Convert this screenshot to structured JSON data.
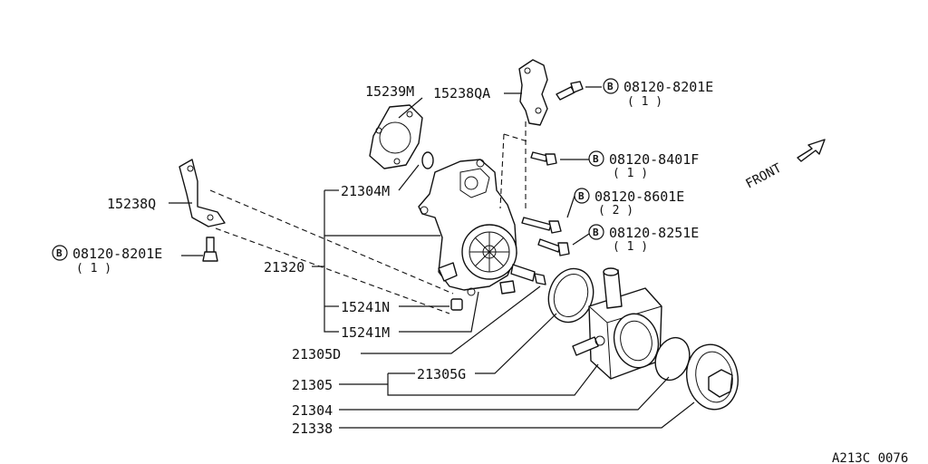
{
  "labels": {
    "p15239M": "15239M",
    "p15238QA": "15238QA",
    "p21304M": "21304M",
    "p15238Q": "15238Q",
    "p21320": "21320",
    "p15241N": "15241N",
    "p15241M": "15241M",
    "p21305D": "21305D",
    "p21305": "21305",
    "p21305G": "21305G",
    "p21304": "21304",
    "p21338": "21338"
  },
  "bolts": [
    {
      "key": "bolt-1",
      "symbol": "B",
      "part": "08120-8201E",
      "qty": "( 1 )"
    },
    {
      "key": "bolt-2",
      "symbol": "B",
      "part": "08120-8401F",
      "qty": "( 1 )"
    },
    {
      "key": "bolt-3",
      "symbol": "B",
      "part": "08120-8601E",
      "qty": "( 2 )"
    },
    {
      "key": "bolt-4",
      "symbol": "B",
      "part": "08120-8251E",
      "qty": "( 1 )"
    },
    {
      "key": "bolt-5",
      "symbol": "B",
      "part": "08120-8201E",
      "qty": "( 1 )"
    }
  ],
  "front_label": "FRONT",
  "footer_code": "A213C 0076"
}
